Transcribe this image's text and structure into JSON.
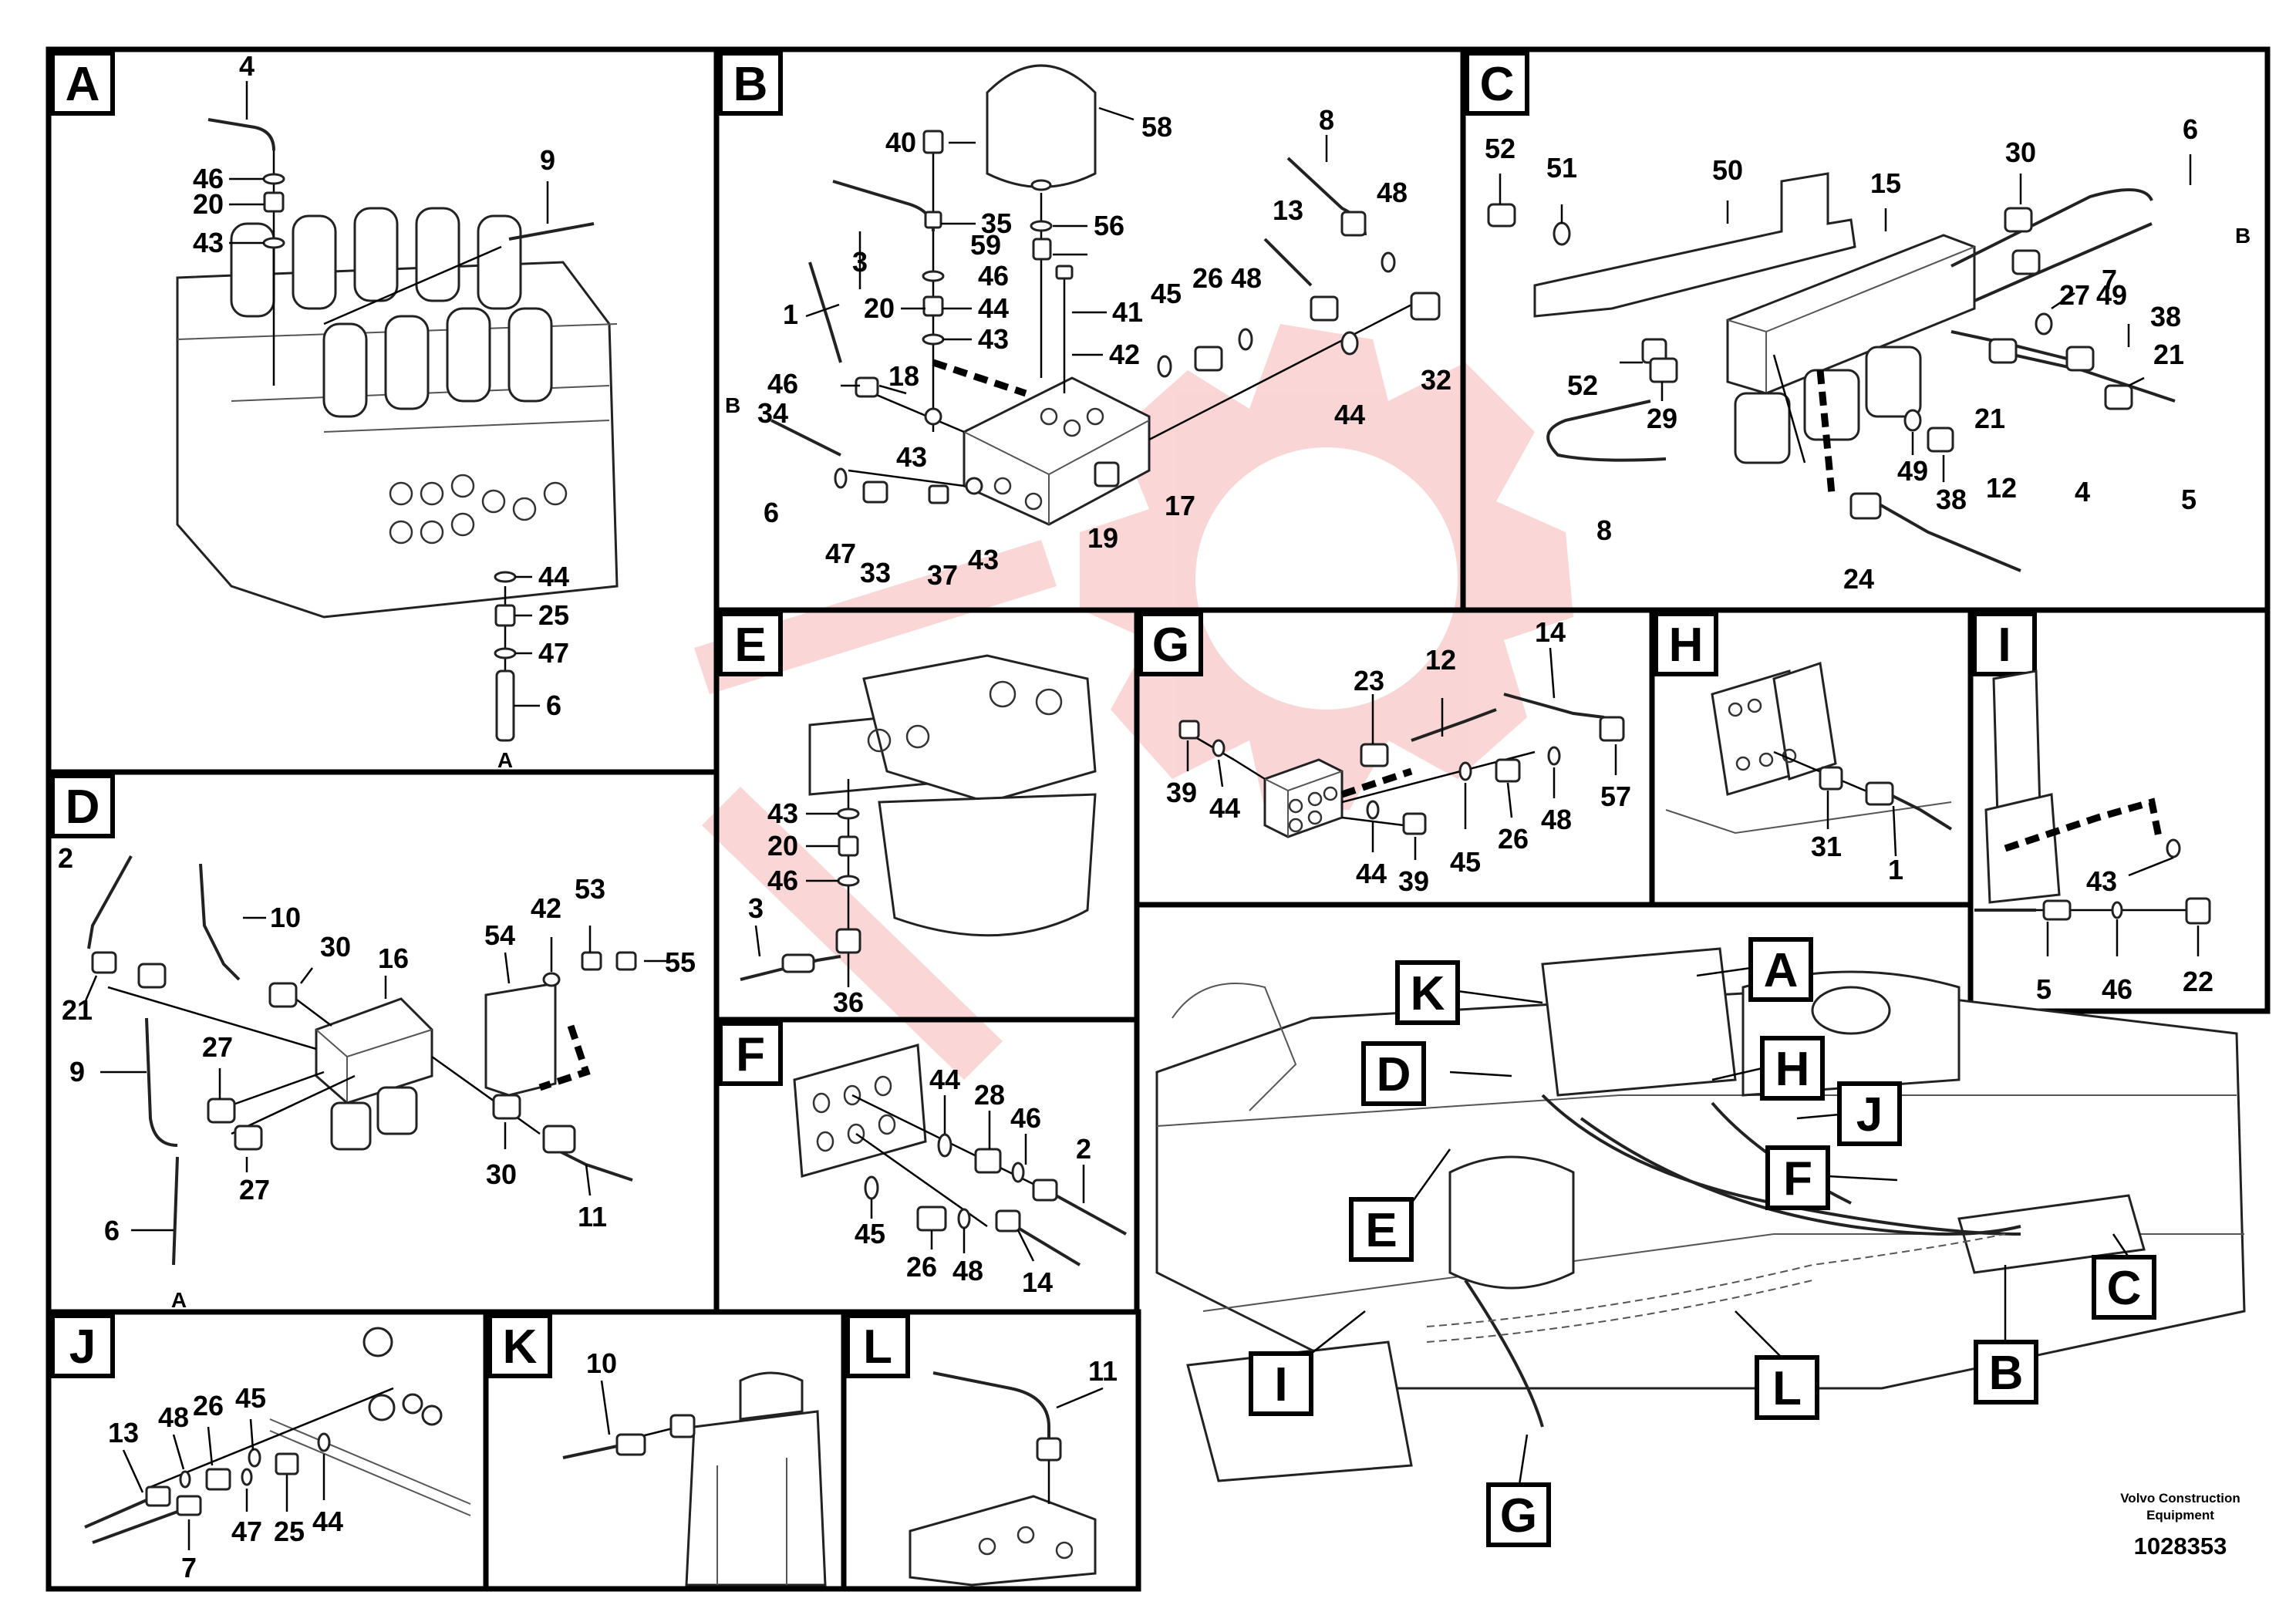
{
  "panels": {
    "A": {
      "letter": "A",
      "parts": [
        "4",
        "46",
        "20",
        "43",
        "9",
        "44",
        "25",
        "47",
        "6"
      ],
      "ref_labels": [
        "A"
      ]
    },
    "B": {
      "letter": "B",
      "parts": [
        "40",
        "58",
        "35",
        "56",
        "3",
        "59",
        "46",
        "20",
        "44",
        "41",
        "1",
        "43",
        "42",
        "46",
        "18",
        "34",
        "8",
        "13",
        "48",
        "45",
        "26",
        "48",
        "32",
        "44",
        "6",
        "43",
        "47",
        "33",
        "37",
        "43",
        "19",
        "17"
      ],
      "ref_labels": [
        "B"
      ]
    },
    "C": {
      "letter": "C",
      "parts": [
        "52",
        "51",
        "50",
        "15",
        "30",
        "6",
        "27",
        "49",
        "7",
        "38",
        "21",
        "52",
        "29",
        "49",
        "38",
        "21",
        "4",
        "5",
        "8",
        "12",
        "24"
      ],
      "ref_labels": [
        "B"
      ]
    },
    "D": {
      "letter": "D",
      "parts": [
        "2",
        "10",
        "30",
        "16",
        "54",
        "42",
        "53",
        "55",
        "21",
        "9",
        "27",
        "27",
        "30",
        "11",
        "6"
      ],
      "ref_labels": [
        "A"
      ]
    },
    "E": {
      "letter": "E",
      "parts": [
        "43",
        "20",
        "46",
        "3",
        "36"
      ]
    },
    "F": {
      "letter": "F",
      "parts": [
        "44",
        "28",
        "46",
        "2",
        "45",
        "26",
        "48",
        "14"
      ]
    },
    "G": {
      "letter": "G",
      "parts": [
        "14",
        "23",
        "12",
        "39",
        "44",
        "57",
        "48",
        "26",
        "44",
        "39",
        "45"
      ]
    },
    "H": {
      "letter": "H",
      "parts": [
        "31",
        "1"
      ]
    },
    "I": {
      "letter": "I",
      "parts": [
        "43",
        "5",
        "46",
        "22"
      ]
    },
    "J": {
      "letter": "J",
      "parts": [
        "13",
        "48",
        "26",
        "45",
        "7",
        "47",
        "25",
        "44"
      ]
    },
    "K": {
      "letter": "K",
      "parts": [
        "10"
      ]
    },
    "L": {
      "letter": "L",
      "parts": [
        "11"
      ]
    }
  },
  "overview": {
    "callouts": [
      "A",
      "K",
      "D",
      "H",
      "J",
      "E",
      "F",
      "I",
      "B",
      "C",
      "L",
      "G"
    ]
  },
  "credit": {
    "line1": "Volvo Construction",
    "line2": "Equipment",
    "number": "1028353"
  },
  "colors": {
    "line": "#000000",
    "watermark": "#ef6b6b"
  }
}
